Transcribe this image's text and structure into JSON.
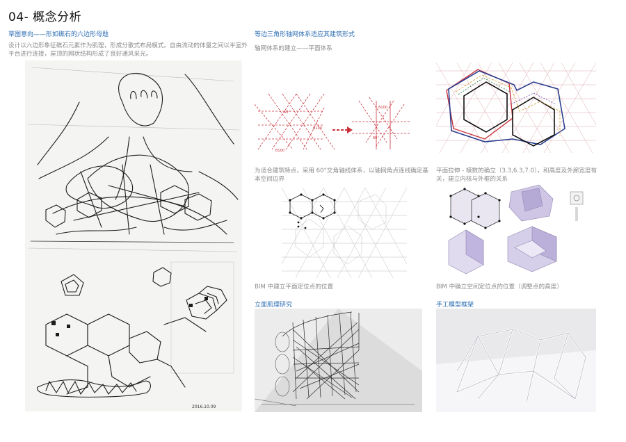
{
  "page_title": "04- 概念分析",
  "left": {
    "heading": "草图意向——形如礁石的六边形母题",
    "description": "设计以六边形象征礁石元素作为肌理，形成分散式布局模式。自由流动的体量之间以半室外平台进行连接，屋顶的网状结构形成了良好通风采光。",
    "sketch_date": "2016.10.09"
  },
  "middle": {
    "heading": "等边三角形轴网体系适应其建筑形式",
    "sub_heading": "轴网体系的建立——平面体系",
    "axis_labels": {
      "angle1": "60°",
      "dim1": "B100",
      "dim2": "B100",
      "dim3": "B100",
      "angle2": "60°"
    },
    "caption1": "为适合建筑特点，采用 60°交角轴线体系，以轴网角点连线确定基本空间边界",
    "caption2": "BIM 中建立平面定位点的位置",
    "facade_heading": "立面肌理研究"
  },
  "right": {
    "caption1": "平面拉伸 - 模数的确立（3.3,6.3,7.0），和高度及外廊宽度有关，建立内核与外框的关系",
    "caption2": "BIM 中确立空间定位点的位置（调整点的高度）",
    "model_heading": "手工模型框架"
  },
  "colors": {
    "accent": "#2f6fb4",
    "grid_red": "#c8323c",
    "body_text": "#8a8a8a",
    "lavender": "#cfc6e6"
  }
}
